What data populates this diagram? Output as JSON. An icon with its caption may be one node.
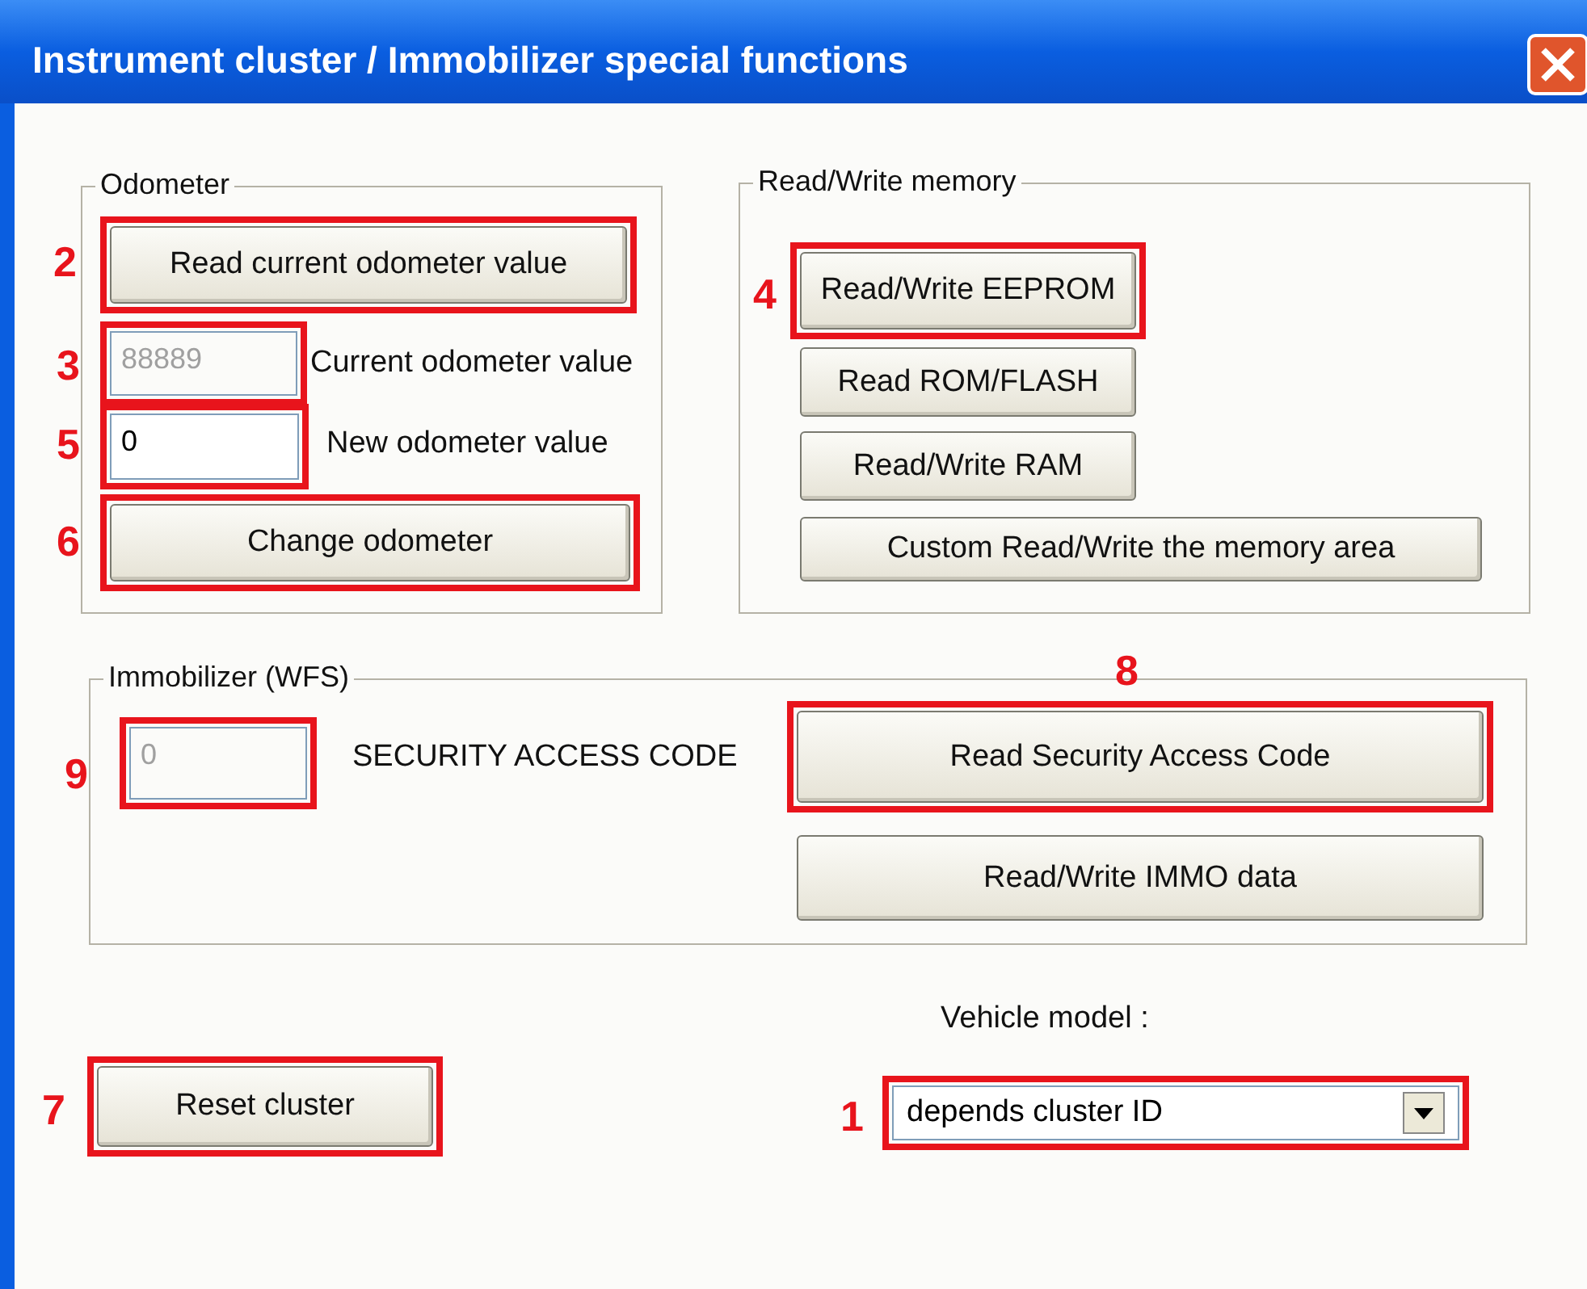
{
  "diagram": {
    "title": "Instrument cluster / Immobilizer special functions",
    "nodes": [
      {
        "text": [
          "Odometer"
        ]
      },
      {
        "text": [
          "Read current odometer value"
        ],
        "in": 0
      },
      {
        "text": [
          "88889"
        ],
        "in": 0,
        "beside": [
          "Current odometer value"
        ]
      },
      {
        "text": [
          "0"
        ],
        "in": 0,
        "beside": [
          "New odometer value"
        ]
      },
      {
        "text": [
          "Change odometer"
        ],
        "in": 0
      },
      {
        "text": [
          "Read/Write memory"
        ]
      },
      {
        "text": [
          "Read/Write EEPROM"
        ],
        "in": 5
      },
      {
        "text": [
          "Read ROM/FLASH"
        ],
        "in": 5
      },
      {
        "text": [
          "Read/Write RAM"
        ],
        "in": 5
      },
      {
        "text": [
          "Custom Read/Write the memory area"
        ],
        "in": 5
      },
      {
        "text": [
          "Immobilizer (WFS)"
        ]
      },
      {
        "text": [
          "0"
        ],
        "in": 10,
        "beside": [
          "SECURITY ACCESS CODE"
        ]
      },
      {
        "text": [
          "Read Security Access Code"
        ],
        "in": 10
      },
      {
        "text": [
          "Read/Write IMMO data"
        ],
        "in": 10
      },
      {
        "text": [
          "Reset cluster"
        ]
      },
      {
        "text": [
          "depends cluster ID"
        ],
        "beside": [
          "Vehicle model :"
        ]
      }
    ],
    "labels": [
      "2",
      "4",
      "3",
      "5",
      "6",
      "8",
      "9",
      "7",
      "1"
    ]
  }
}
